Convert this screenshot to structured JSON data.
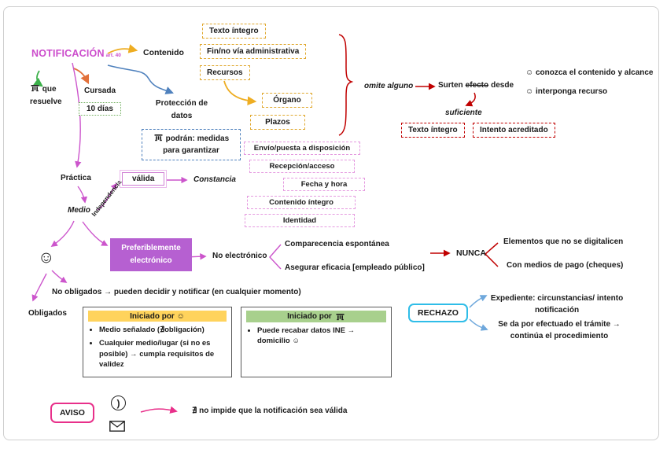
{
  "header": {
    "title": "NOTIFICACIÓN",
    "article": "art. 40"
  },
  "contenido": {
    "label": "Contenido",
    "texto_integro": "Texto íntegro",
    "fin_via": "Fin/no vía administrativa",
    "recursos": "Recursos",
    "organo": "Órgano",
    "plazos": "Plazos"
  },
  "omite": {
    "label": "omite alguno",
    "surten_pre": "Surten",
    "surten_strike": "efecto",
    "surten_post": "desde",
    "suficiente": "suficiente",
    "texto_integro": "Texto íntegro",
    "intento": "Intento acreditado",
    "conozca": "☺ conozca el contenido y alcance",
    "interponga": "☺ interponga recurso"
  },
  "resuelve": {
    "label": "que resuelve"
  },
  "cursada": {
    "label": "Cursada",
    "dias": "10 días"
  },
  "proteccion": {
    "label": "Protección de datos",
    "podran": "podrán: medidas para garantizar"
  },
  "practica": {
    "label": "Práctica",
    "medio": "Medio",
    "independencia": "Independencia",
    "valida": "válida",
    "constancia": "Constancia",
    "items": [
      "Envío/puesta a disposición",
      "Recepción/acceso",
      "Fecha y hora",
      "Contenido íntegro",
      "Identidad"
    ]
  },
  "electronico": {
    "pref": "Preferiblemente electrónico",
    "no_elec": "No electrónico",
    "comparecencia": "Comparecencia espontánea",
    "asegurar": "Asegurar eficacia [empleado público]",
    "nunca": "NUNCA",
    "no_digital": "Elementos que no se digitalicen",
    "medios_pago": "Con medios de pago (cheques)"
  },
  "obligacion": {
    "no_obligados": "No obligados → pueden decidir y notificar (en cualquier momento)",
    "obligados": "Obligados"
  },
  "iniciado_interesado": {
    "header": "Iniciado por ☺",
    "b1": "Medio señalado (∄obligación)",
    "b2": "Cualquier medio/lugar (si no es posible) → cumpla requisitos de validez"
  },
  "iniciado_admin": {
    "header": "Iniciado por",
    "b1": "Puede recabar datos INE → domicilio ☺"
  },
  "rechazo": {
    "label": "RECHAZO",
    "l1": "Expediente: circunstancias/ intento notificación",
    "l2": "Se da por efectuado el trámite → continúa el procedimiento"
  },
  "aviso": {
    "label": "AVISO",
    "note": "∄ no impide que la notificación sea válida"
  },
  "smiley": {
    "big": "☺"
  },
  "colors": {
    "title": "#cc4ccc",
    "yellow": "#e0a82e",
    "red": "#c00000",
    "magenta_box": "#e59ae0",
    "purple_fill": "#b660d1",
    "blue": "#4f81bd",
    "green": "#3cb04a",
    "orange": "#e2703a",
    "rechazo_border": "#2fbde8",
    "aviso_border": "#e8308a",
    "header_yellow": "#ffd35c",
    "header_green": "#a8d08d"
  }
}
